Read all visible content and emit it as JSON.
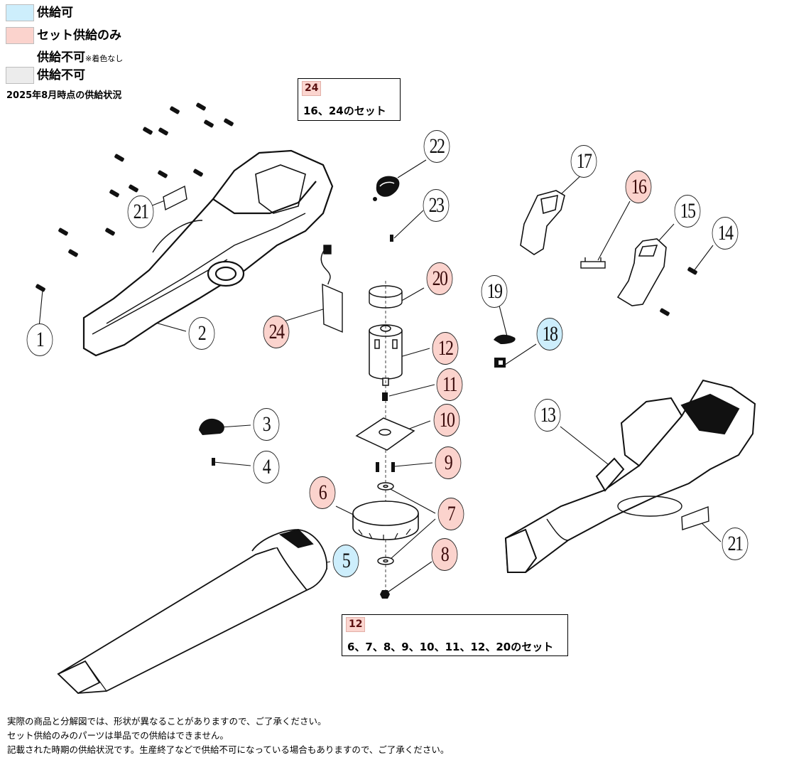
{
  "legend": {
    "items": [
      {
        "label": "供給可",
        "note": "",
        "color": "#cdeefc",
        "key": "available"
      },
      {
        "label": "セット供給のみ",
        "note": "",
        "color": "#fbd3cd",
        "key": "set_only"
      },
      {
        "label": "供給不可",
        "note": "※着色なし",
        "color": "#ffffff",
        "key": "unavailable_uncolored"
      },
      {
        "label": "供給不可",
        "note": "",
        "color": "#ececec",
        "key": "unavailable"
      }
    ],
    "as_of": "2025年8月時点の供給状況"
  },
  "set_boxes": [
    {
      "tag": "24",
      "description": "16、24のセット"
    },
    {
      "tag": "12",
      "description": "6、7、8、9、10、11、12、20のセット"
    }
  ],
  "parts": [
    {
      "no": "1",
      "status": "unavailable_uncolored"
    },
    {
      "no": "2",
      "status": "unavailable_uncolored"
    },
    {
      "no": "3",
      "status": "unavailable_uncolored"
    },
    {
      "no": "4",
      "status": "unavailable_uncolored"
    },
    {
      "no": "5",
      "status": "available"
    },
    {
      "no": "6",
      "status": "set_only"
    },
    {
      "no": "7",
      "status": "set_only"
    },
    {
      "no": "8",
      "status": "set_only"
    },
    {
      "no": "9",
      "status": "set_only"
    },
    {
      "no": "10",
      "status": "set_only"
    },
    {
      "no": "11",
      "status": "set_only"
    },
    {
      "no": "12",
      "status": "set_only"
    },
    {
      "no": "13",
      "status": "unavailable_uncolored"
    },
    {
      "no": "14",
      "status": "unavailable_uncolored"
    },
    {
      "no": "15",
      "status": "unavailable_uncolored"
    },
    {
      "no": "16",
      "status": "set_only"
    },
    {
      "no": "17",
      "status": "unavailable_uncolored"
    },
    {
      "no": "18",
      "status": "available"
    },
    {
      "no": "19",
      "status": "unavailable_uncolored"
    },
    {
      "no": "20",
      "status": "set_only"
    },
    {
      "no": "21",
      "status": "unavailable_uncolored"
    },
    {
      "no": "21b",
      "label": "21",
      "status": "unavailable_uncolored"
    },
    {
      "no": "22",
      "status": "unavailable_uncolored"
    },
    {
      "no": "23",
      "status": "unavailable_uncolored"
    },
    {
      "no": "24",
      "status": "set_only"
    }
  ],
  "footer": [
    "実際の商品と分解図では、形状が異なることがありますので、ご了承ください。",
    "セット供給のみのパーツは単品での供給はできません。",
    "記載された時期の供給状況です。生産終了などで供給不可になっている場合もありますので、ご了承ください。"
  ]
}
